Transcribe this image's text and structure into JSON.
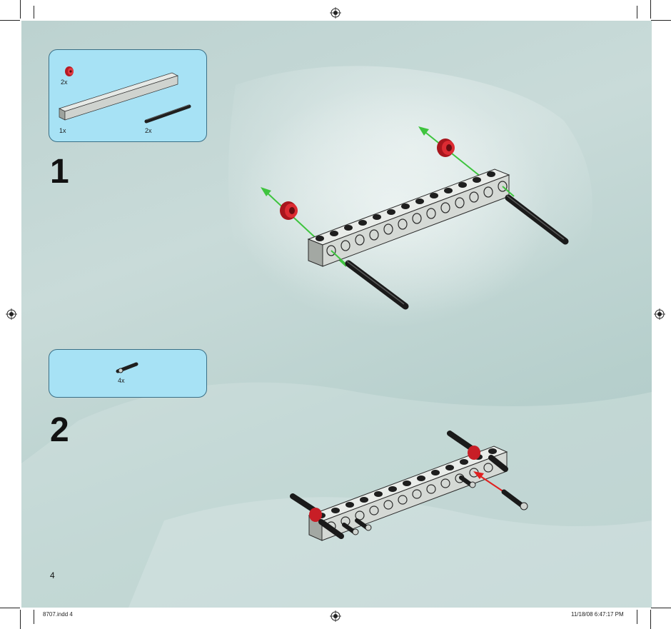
{
  "page": {
    "page_number": "4",
    "slug_left": "8707.indd   4",
    "slug_right": "11/18/08   6:47:17 PM",
    "background_color": "#c3d8d6",
    "box_color": "#a7e2f5"
  },
  "steps": [
    {
      "number": "1",
      "parts": [
        {
          "qty": "2x",
          "part": "red bush",
          "color": "#d4202a"
        },
        {
          "qty": "1x",
          "part": "grey technic beam 13",
          "color": "#c8ccc8"
        },
        {
          "qty": "2x",
          "part": "black axle",
          "color": "#2a2a2a"
        }
      ]
    },
    {
      "number": "2",
      "parts": [
        {
          "qty": "4x",
          "part": "black/grey connector pin",
          "color": "#2a2a2a"
        }
      ]
    }
  ],
  "arrows": {
    "install_color": "#3ec43e",
    "insert_color": "#e02020"
  }
}
